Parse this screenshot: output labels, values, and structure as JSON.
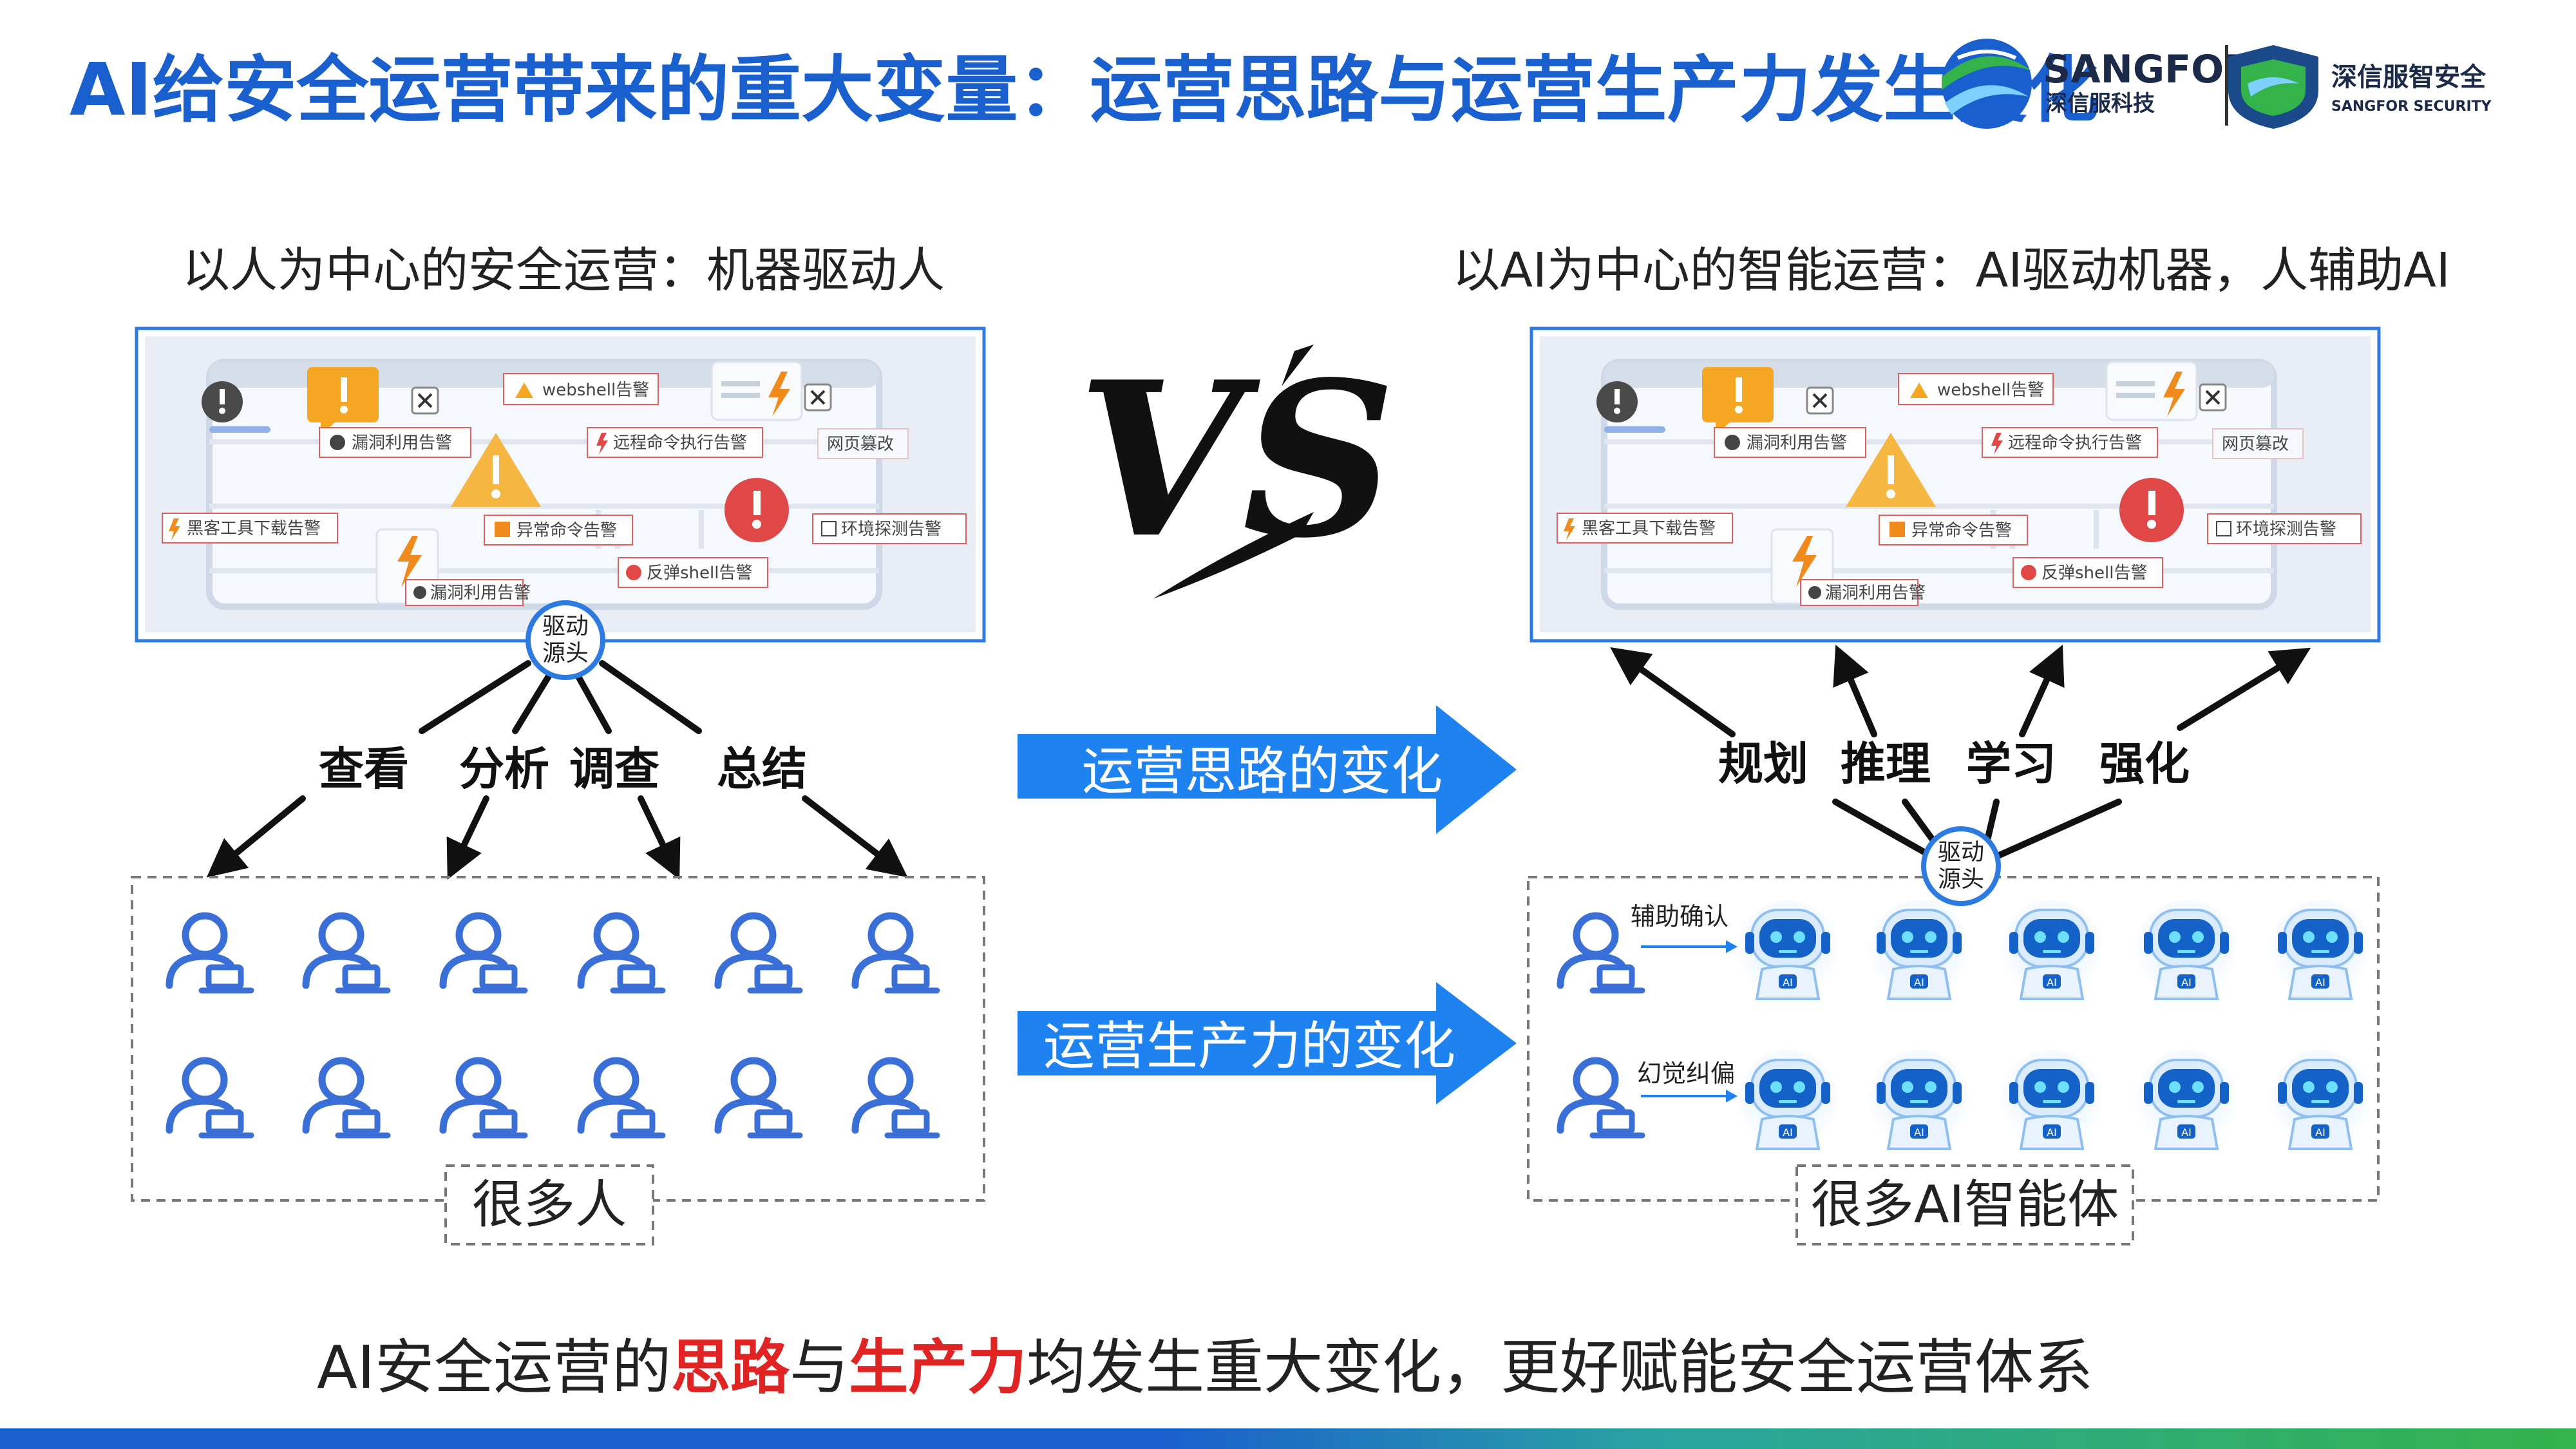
{
  "slide": {
    "title": "AI给安全运营带来的重大变量：运营思路与运营生产力发生变化"
  },
  "logos": {
    "sangfor_brand": "SANGFOR",
    "sangfor_cn": "深信服科技",
    "security_cn": "深信服智安全",
    "security_en": "SANGFOR SECURITY"
  },
  "left": {
    "subtitle": "以人为中心的安全运营：机器驱动人",
    "drive_source": [
      "驱动",
      "源头"
    ],
    "verbs": [
      "查看",
      "分析",
      "调查",
      "总结"
    ],
    "crowd_label": "很多人",
    "alerts": [
      "webshell告警",
      "漏洞利用告警",
      "远程命令执行告警",
      "网页篡改",
      "黑客工具下载告警",
      "异常命令告警",
      "环境探测告警",
      "反弹shell告警",
      "漏洞利用告警"
    ]
  },
  "right": {
    "subtitle": "以AI为中心的智能运营：AI驱动机器，人辅助AI",
    "drive_source": [
      "驱动",
      "源头"
    ],
    "verbs": [
      "规划",
      "推理",
      "学习",
      "强化"
    ],
    "crowd_label": "很多AI智能体",
    "assist_labels": [
      "辅助确认",
      "幻觉纠偏"
    ],
    "robot_badge": "AI",
    "alerts": [
      "webshell告警",
      "漏洞利用告警",
      "远程命令执行告警",
      "网页篡改",
      "黑客工具下载告警",
      "异常命令告警",
      "环境探测告警",
      "反弹shell告警",
      "漏洞利用告警"
    ]
  },
  "center": {
    "vs": "VS",
    "flow_arrows": [
      "运营思路的变化",
      "运营生产力的变化"
    ]
  },
  "bottom": {
    "segments": [
      "AI安全运营的",
      "思路",
      "与",
      "生产力",
      "均发生重大变化，更好赋能安全运营体系"
    ]
  },
  "colors": {
    "title_blue": "#1a5fce",
    "frame_blue": "#2d7be0",
    "arrow_blue": "#1e82f0",
    "highlight_red": "#e02424",
    "person_blue": "#3a6fd8",
    "alert_orange": "#f08a1c",
    "alert_red": "#e04848",
    "dark_grey": "#3c3c3c"
  }
}
